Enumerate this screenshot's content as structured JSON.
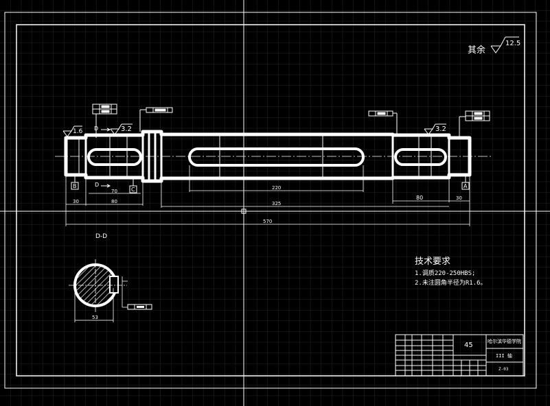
{
  "roughness_other": {
    "label": "其余",
    "value": "12.5"
  },
  "roughness_marks": [
    {
      "id": "r-left-end",
      "value": "1.6"
    },
    {
      "id": "r-left-journal",
      "value": "3.2"
    },
    {
      "id": "r-right-journal",
      "value": "3.2"
    }
  ],
  "section": {
    "title": "D-D",
    "width_dim": "53",
    "cut_letter_top": "D",
    "cut_letter_bottom": "D"
  },
  "datums": {
    "b": "B",
    "c": "C",
    "a": "A"
  },
  "dimensions": {
    "d30_left": "30",
    "d80_left": "80",
    "d70": "70",
    "d220": "220",
    "d325": "325",
    "d80_right": "80",
    "d30_right": "30",
    "d570": "570"
  },
  "tech_requirements": {
    "title": "技术要求",
    "items": [
      "1.调质220-250HBS;",
      "2.未注圆角半径为R1.6。"
    ]
  },
  "title_block": {
    "material": "45",
    "school": "哈尔滨华德学院",
    "part_name": "III 轴",
    "drawing_no": "Z-03"
  },
  "colors": {
    "background": "#000000",
    "line": "#ffffff",
    "grid": "#2a2a2a"
  }
}
